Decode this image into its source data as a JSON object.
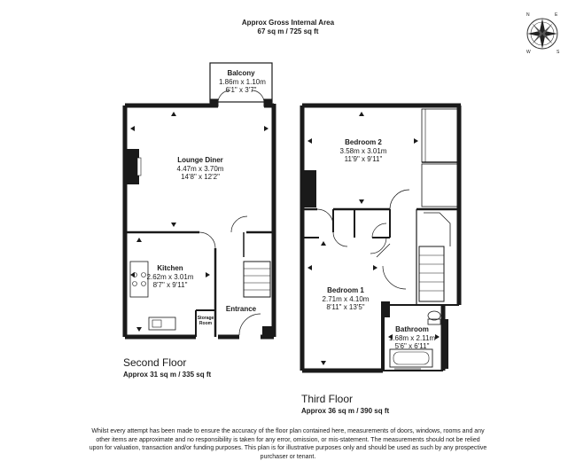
{
  "header": {
    "title": "Approx Gross Internal Area",
    "area": "67 sq m / 725 sq ft"
  },
  "compass": {
    "letters": [
      "N",
      "E",
      "S",
      "W"
    ]
  },
  "floors": [
    {
      "name": "Second Floor",
      "area": "Approx 31 sq m / 335 sq ft"
    },
    {
      "name": "Third Floor",
      "area": "Approx 36 sq m / 390 sq ft"
    }
  ],
  "rooms": {
    "balcony": {
      "name": "Balcony",
      "metric": "1.86m x 1.10m",
      "imperial": "6'1\" x 3'7\""
    },
    "lounge": {
      "name": "Lounge Diner",
      "metric": "4.47m x 3.70m",
      "imperial": "14'8\" x 12'2\""
    },
    "kitchen": {
      "name": "Kitchen",
      "metric": "2.62m x 3.01m",
      "imperial": "8'7\" x 9'11\""
    },
    "storage": {
      "name": "Storage Room"
    },
    "entrance": {
      "name": "Entrance"
    },
    "bedroom2": {
      "name": "Bedroom 2",
      "metric": "3.58m x 3.01m",
      "imperial": "11'9\" x 9'11\""
    },
    "bedroom1": {
      "name": "Bedroom 1",
      "metric": "2.71m x 4.10m",
      "imperial": "8'11\" x 13'5\""
    },
    "bathroom": {
      "name": "Bathroom",
      "metric": "1.68m x 2.11m",
      "imperial": "5'6\" x 6'11\""
    }
  },
  "disclaimer": "Whilst every attempt has been made to ensure the accuracy of the floor plan contained here, measurements of doors, windows, rooms and any other items are approximate and no responsibility is taken for any error, omission, or mis-statement. The measurements should not be relied upon for valuation, transaction and/or funding purposes. This plan is for illustrative purposes only and should be used as such by any prospective purchaser or tenant."
}
